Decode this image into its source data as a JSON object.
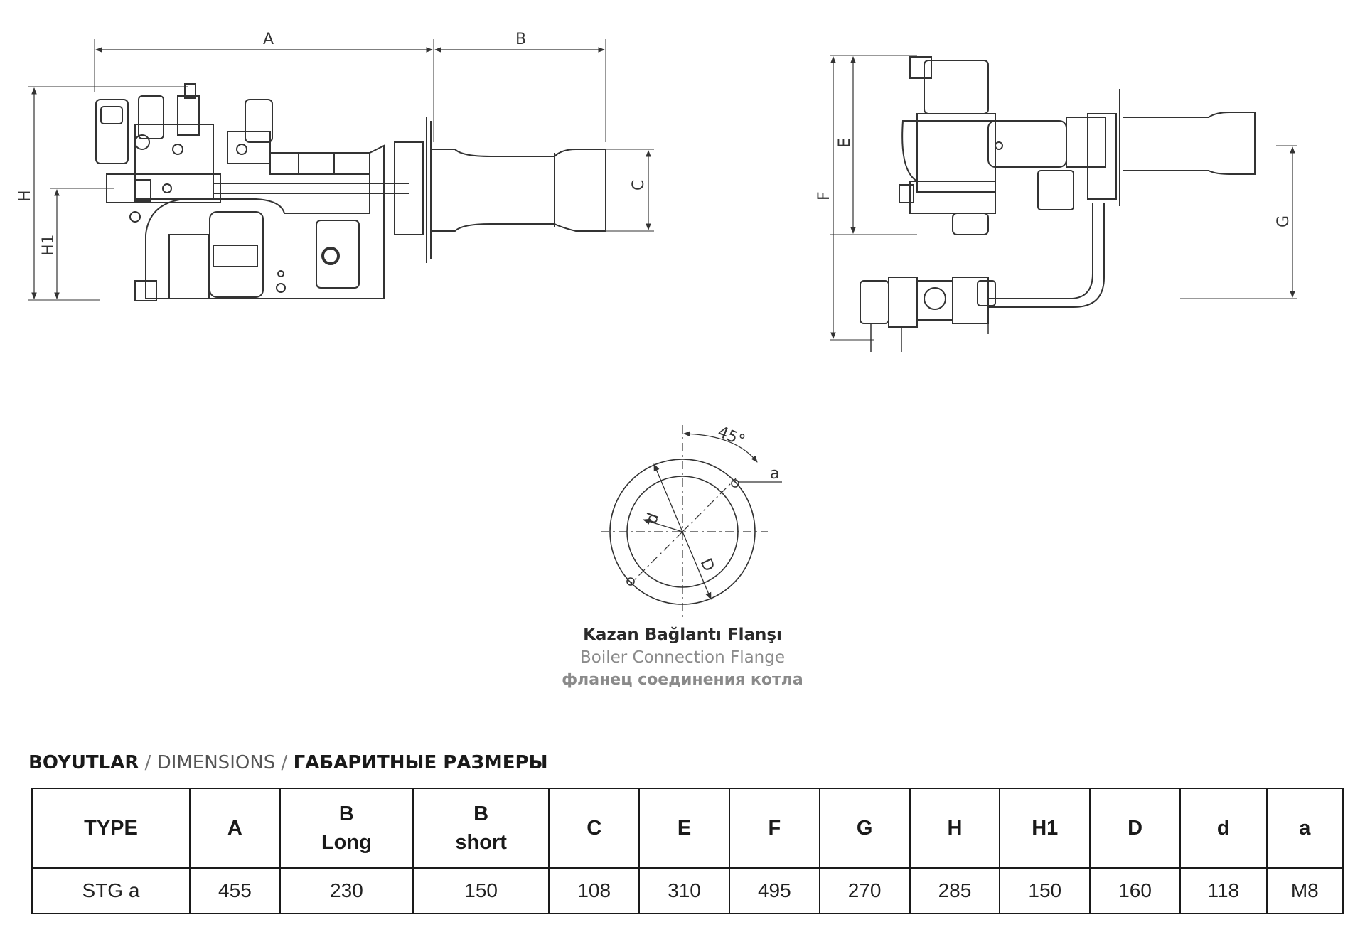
{
  "drawing": {
    "side_view_labels": [
      "A",
      "B",
      "C",
      "H",
      "H1"
    ],
    "front_view_labels": [
      "E",
      "F",
      "G"
    ],
    "flange_labels": {
      "angle": "45°",
      "hole": "a",
      "inner": "d",
      "outer": "D"
    }
  },
  "flange_caption": {
    "tr": "Kazan Bağlantı Flanşı",
    "en": "Boiler Connection Flange",
    "ru": "фланец соединения котла"
  },
  "dimensions_heading": {
    "tr": "BOYUTLAR",
    "sep": " / ",
    "en": "DIMENSIONS",
    "ru": "ГАБАРИТНЫЕ РАЗМЕРЫ"
  },
  "table": {
    "headers": [
      [
        "TYPE"
      ],
      [
        "A"
      ],
      [
        "B",
        "Long"
      ],
      [
        "B",
        "short"
      ],
      [
        "C"
      ],
      [
        "E"
      ],
      [
        "F"
      ],
      [
        "G"
      ],
      [
        "H"
      ],
      [
        "H1"
      ],
      [
        "D"
      ],
      [
        "d"
      ],
      [
        "a"
      ]
    ],
    "rows": [
      [
        "STG a",
        "455",
        "230",
        "150",
        "108",
        "310",
        "495",
        "270",
        "285",
        "150",
        "160",
        "118",
        "M8"
      ]
    ]
  }
}
